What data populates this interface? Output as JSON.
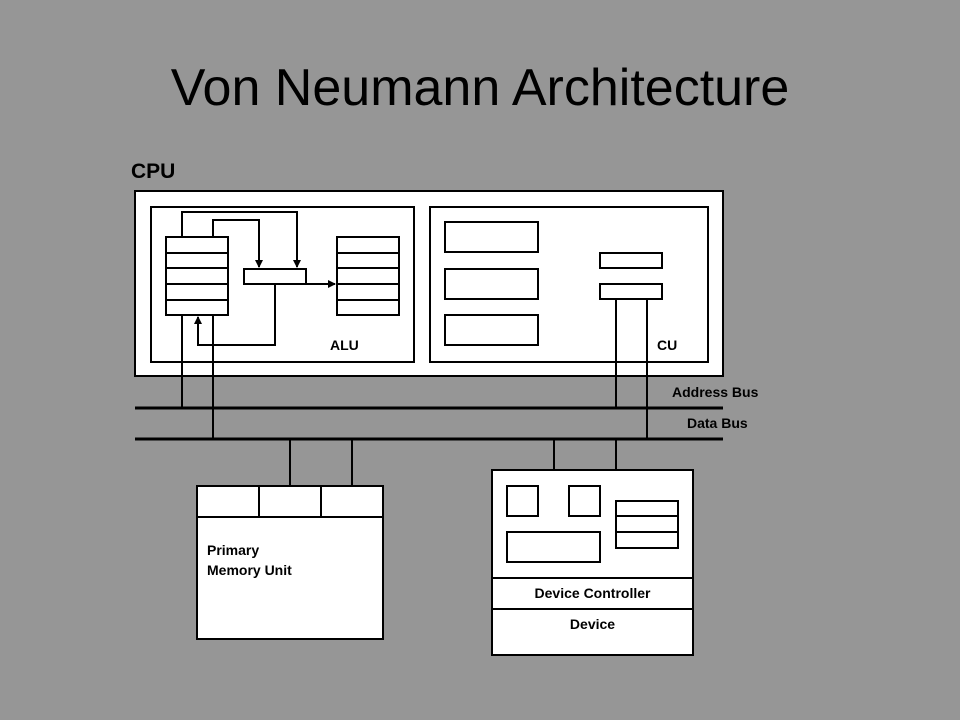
{
  "title": "Von Neumann Architecture",
  "cpu": {
    "label": "CPU",
    "alu_label": "ALU",
    "cu_label": "CU"
  },
  "buses": {
    "address": "Address Bus",
    "data": "Data Bus"
  },
  "memory": {
    "label_line1": "Primary",
    "label_line2": "Memory Unit"
  },
  "device": {
    "controller_label": "Device Controller",
    "device_label": "Device"
  }
}
